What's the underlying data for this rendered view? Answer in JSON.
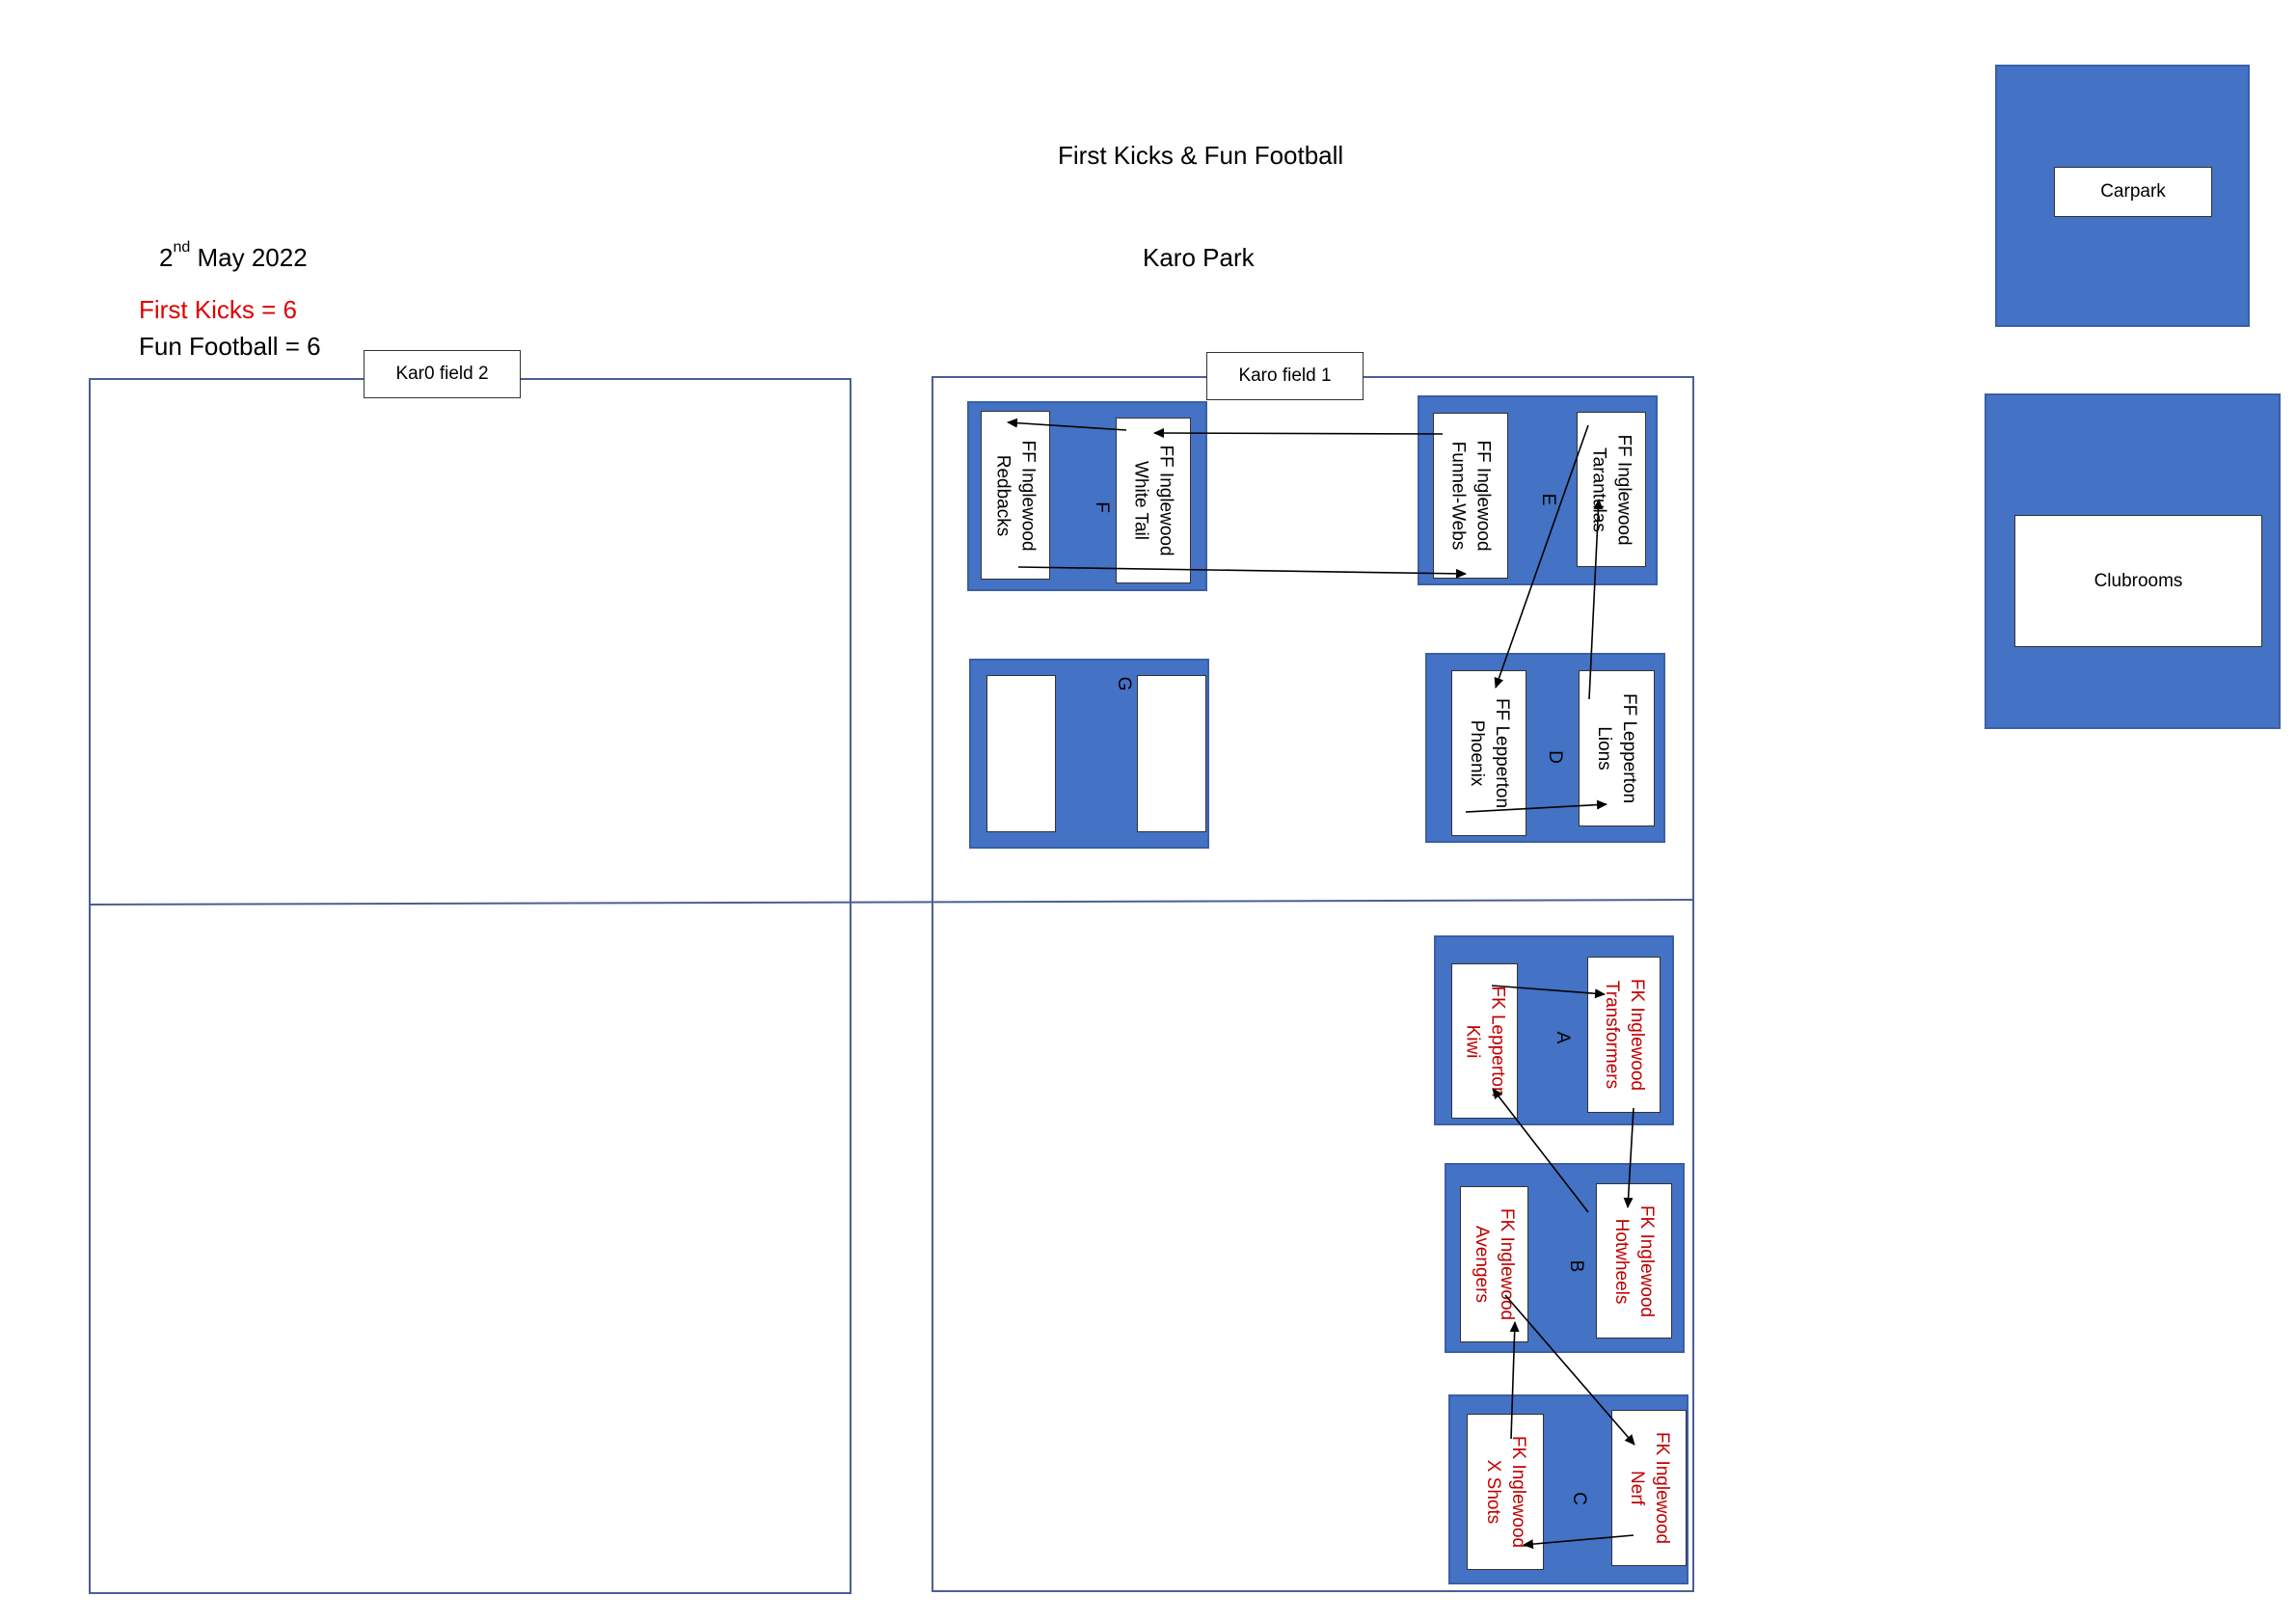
{
  "header": {
    "title": "First Kicks & Fun Football",
    "venue": "Karo Park",
    "date_day": "2",
    "date_suffix": "nd",
    "date_rest": " May 2022"
  },
  "counts": {
    "first_kicks": "First Kicks = 6",
    "fun_football": "Fun Football = 6"
  },
  "colors": {
    "pitch": "#4472c4",
    "first_kicks_text": "#c00000",
    "field_outline": "#4a5f95"
  },
  "fields": {
    "field2_label": "Kar0 field 2",
    "field1_label": "Karo field 1"
  },
  "buildings": {
    "carpark": "Carpark",
    "clubrooms": "Clubrooms"
  },
  "pitches": {
    "F": {
      "letter": "F",
      "left_team": "FF Inglewood\nRedbacks",
      "right_team": "FF Inglewood\nWhite Tail"
    },
    "E": {
      "letter": "E",
      "left_team": "FF Inglewood\nFunnel-Webs",
      "right_team": "FF Inglewood\nTarantulas"
    },
    "G": {
      "letter": "G"
    },
    "D": {
      "letter": "D",
      "left_team": "FF Lepperton\nPhoenix",
      "right_team": "FF Lepperton\nLions"
    },
    "A": {
      "letter": "A",
      "left_team": "FK Lepperton\nKiwi",
      "right_team": "FK Inglewood\nTransformers"
    },
    "B": {
      "letter": "B",
      "left_team": "FK Inglewood\nAvengers",
      "right_team": "FK Inglewood\nHotwheels"
    },
    "C": {
      "letter": "C",
      "left_team": "FK Inglewood\nX Shots",
      "right_team": "FK Inglewood\nNerf"
    }
  }
}
